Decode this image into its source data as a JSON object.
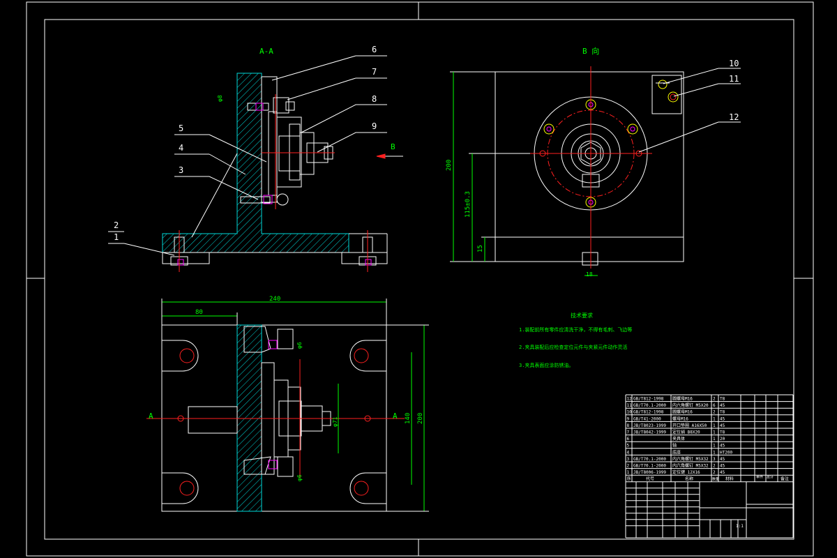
{
  "views": {
    "section_aa_title": "A-A",
    "view_b_title": "B 向",
    "arrow_b_label": "B",
    "arrow_a_left": "A",
    "arrow_a_right": "A"
  },
  "balloons": [
    "1",
    "2",
    "3",
    "4",
    "5",
    "6",
    "7",
    "8",
    "9",
    "10",
    "11",
    "12"
  ],
  "dimensions": {
    "overall_width": "240",
    "left_offset": "80",
    "plan_height": "200",
    "plan_inner": "140",
    "side_height": "200",
    "side_center": "115±0.3",
    "side_base": "15",
    "pin_width": "18",
    "bore_dia": "φ71",
    "small_a": "φ8",
    "small_b": "φ6",
    "small_c": "φ6"
  },
  "notes": {
    "title": "技术要求",
    "items": [
      "1.装配前所有零件应清洗干净，不得有毛刺、飞边等",
      "2.夹具装配后应检查定位元件与夹紧元件动作灵活",
      "3.夹具表面应涂防锈油。"
    ]
  },
  "bom": {
    "rows": [
      {
        "no": "12",
        "code": "GB/T812-1998",
        "name": "圆螺母M16",
        "qty": "2",
        "mat": "T8"
      },
      {
        "no": "11",
        "code": "GB/T70.1-2000",
        "name": "内六角螺钉 M5X20",
        "qty": "6",
        "mat": "45"
      },
      {
        "no": "10",
        "code": "GB/T812-1998",
        "name": "圆螺母M16",
        "qty": "2",
        "mat": "T8"
      },
      {
        "no": "9",
        "code": "GB/T41-2000",
        "name": "螺母M16",
        "qty": "1",
        "mat": "45"
      },
      {
        "no": "8",
        "code": "JB/T8023-1999",
        "name": "开口垫圈 A16X50",
        "qty": "1",
        "mat": "45"
      },
      {
        "no": "7",
        "code": "JB/T8042-1999",
        "name": "定位销 B8X20",
        "qty": "1",
        "mat": "T8"
      },
      {
        "no": "6",
        "code": "",
        "name": "夹具体",
        "qty": "1",
        "mat": "20"
      },
      {
        "no": "5",
        "code": "",
        "name": "轴",
        "qty": "1",
        "mat": "45"
      },
      {
        "no": "4",
        "code": "",
        "name": "底座",
        "qty": "1",
        "mat": "HT200"
      },
      {
        "no": "3",
        "code": "GB/T70.1-2000",
        "name": "内六角螺钉 M5X32",
        "qty": "3",
        "mat": "45"
      },
      {
        "no": "2",
        "code": "GB/T70.1-2000",
        "name": "内六角螺钉 M5X32",
        "qty": "2",
        "mat": "45"
      },
      {
        "no": "1",
        "code": "JB/T8006-1999",
        "name": "定位键 12X16",
        "qty": "2",
        "mat": "45"
      }
    ],
    "header": {
      "no": "序",
      "code": "代号",
      "name": "名称",
      "qty": "数量",
      "mat": "材料",
      "remark1": "单件",
      "remark2": "总计",
      "remark3": "备注"
    },
    "title_block_scale": "1:1"
  }
}
